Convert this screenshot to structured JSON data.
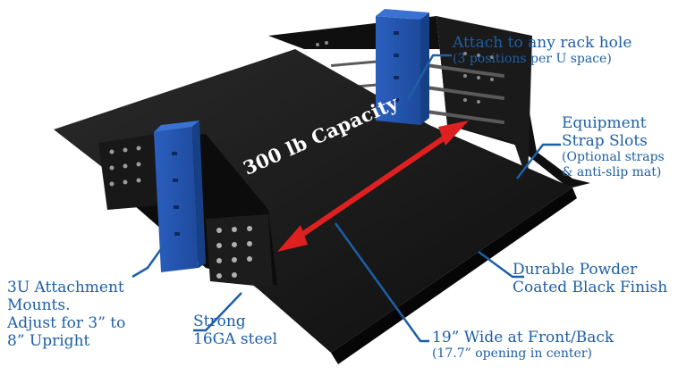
{
  "capacity_text": "300 lb Capacity",
  "callouts": {
    "rack_hole": {
      "title": "Attach to any rack hole",
      "detail": "(3 positions per U space)"
    },
    "strap_slots": {
      "line1": "Equipment",
      "line2": "Strap Slots",
      "line3": "(Optional straps",
      "line4": "& anti-slip mat)"
    },
    "finish": {
      "line1": "Durable Powder",
      "line2": "Coated Black Finish"
    },
    "width": {
      "title": "19” Wide at Front/Back",
      "detail": "(17.7” opening in center)"
    },
    "steel": {
      "line1": "Strong",
      "line2": "16GA steel"
    },
    "mounts": {
      "line1": "3U Attachment",
      "line2": "Mounts.",
      "line3": "Adjust for 3” to",
      "line4": "8” Upright"
    }
  },
  "colors": {
    "label_blue": "#1d5fa6",
    "upright_blue": "#2a5db8",
    "shelf_black": "#141414",
    "arrow_red": "#e02020"
  },
  "icons": {
    "arrow": "double-headed-red-arrow",
    "uprights": "blue-rack-upright"
  }
}
